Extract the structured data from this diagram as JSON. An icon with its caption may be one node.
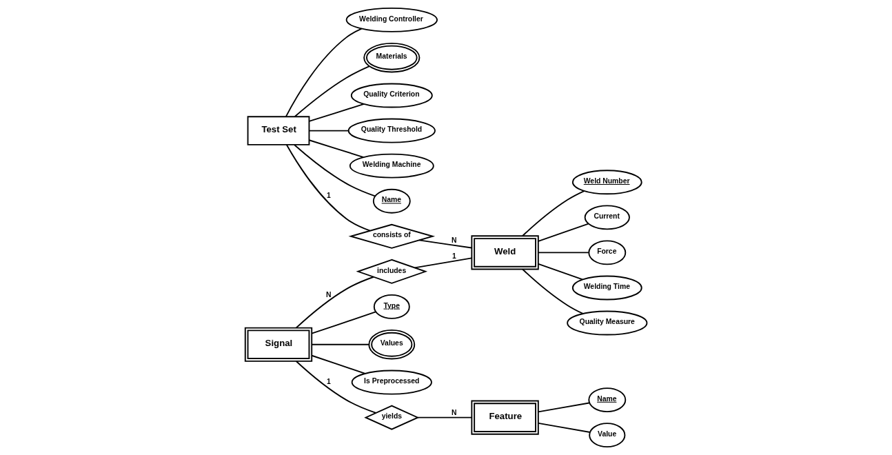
{
  "diagram": {
    "nodes": [
      {
        "text": [
          "Test Set"
        ]
      },
      {
        "text": [
          "Welding Controller"
        ]
      },
      {
        "text": [
          "Materials"
        ]
      },
      {
        "text": [
          "Quality Criterion"
        ]
      },
      {
        "text": [
          "Quality Threshold"
        ]
      },
      {
        "text": [
          "Welding Machine"
        ]
      },
      {
        "text": [
          "Name"
        ]
      },
      {
        "text": [
          "consists of"
        ]
      },
      {
        "text": [
          "Weld"
        ]
      },
      {
        "text": [
          "Weld Number"
        ]
      },
      {
        "text": [
          "Current"
        ]
      },
      {
        "text": [
          "Force"
        ]
      },
      {
        "text": [
          "Welding Time"
        ]
      },
      {
        "text": [
          "Quality Measure"
        ]
      },
      {
        "text": [
          "includes"
        ]
      },
      {
        "text": [
          "Signal"
        ]
      },
      {
        "text": [
          "Type"
        ]
      },
      {
        "text": [
          "Values"
        ]
      },
      {
        "text": [
          "Is Preprocessed"
        ]
      },
      {
        "text": [
          "yields"
        ]
      },
      {
        "text": [
          "Feature"
        ]
      },
      {
        "text": [
          "Name"
        ]
      },
      {
        "text": [
          "Value"
        ]
      }
    ],
    "edges": [
      {
        "from": 0,
        "to": 1,
        "arrow": "none"
      },
      {
        "from": 0,
        "to": 2,
        "arrow": "none"
      },
      {
        "from": 0,
        "to": 3,
        "arrow": "none"
      },
      {
        "from": 0,
        "to": 4,
        "arrow": "none"
      },
      {
        "from": 0,
        "to": 5,
        "arrow": "none"
      },
      {
        "from": 0,
        "to": 6,
        "arrow": "none"
      },
      {
        "from": 0,
        "to": 7,
        "arrow": "none",
        "label": "1"
      },
      {
        "from": 7,
        "to": 8,
        "arrow": "none",
        "label": "N"
      },
      {
        "from": 8,
        "to": 9,
        "arrow": "none"
      },
      {
        "from": 8,
        "to": 10,
        "arrow": "none"
      },
      {
        "from": 8,
        "to": 11,
        "arrow": "none"
      },
      {
        "from": 8,
        "to": 12,
        "arrow": "none"
      },
      {
        "from": 8,
        "to": 13,
        "arrow": "none"
      },
      {
        "from": 15,
        "to": 14,
        "arrow": "none",
        "label": "N"
      },
      {
        "from": 14,
        "to": 8,
        "arrow": "none",
        "label": "1"
      },
      {
        "from": 15,
        "to": 16,
        "arrow": "none"
      },
      {
        "from": 15,
        "to": 17,
        "arrow": "none"
      },
      {
        "from": 15,
        "to": 18,
        "arrow": "none"
      },
      {
        "from": 15,
        "to": 19,
        "arrow": "none",
        "label": "1"
      },
      {
        "from": 19,
        "to": 20,
        "arrow": "none",
        "label": "N"
      },
      {
        "from": 20,
        "to": 21,
        "arrow": "none"
      },
      {
        "from": 20,
        "to": 22,
        "arrow": "none"
      }
    ]
  }
}
